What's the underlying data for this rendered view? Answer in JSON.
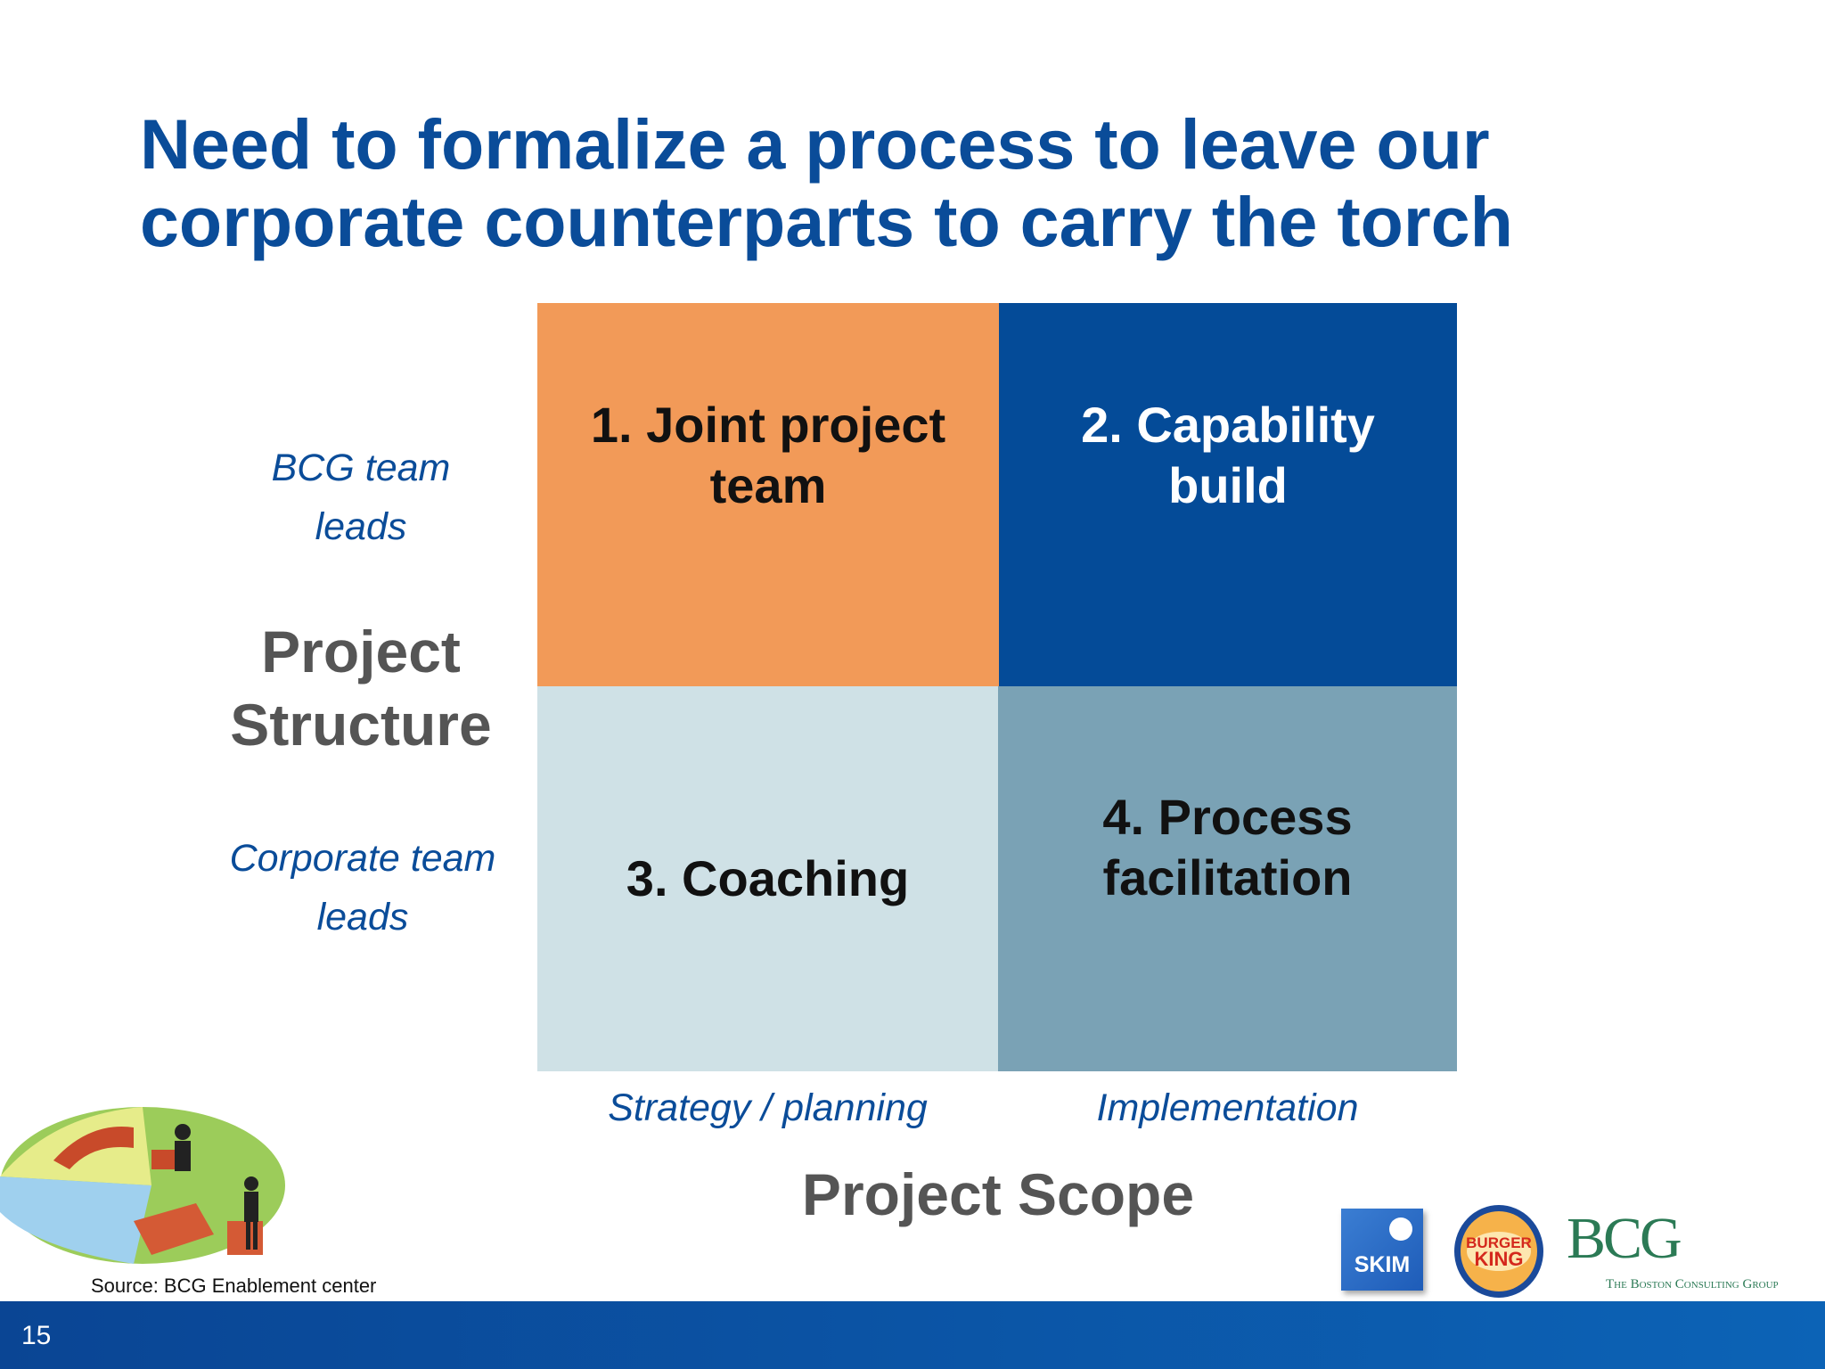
{
  "slide": {
    "title": "Need to formalize a process to leave our corporate counterparts to carry the torch",
    "page_number": "15",
    "source": "Source: BCG Enablement center"
  },
  "matrix": {
    "y_axis": {
      "title": "Project\nStructure",
      "top_label": "BCG  team\nleads",
      "bottom_label": "Corporate team\nleads"
    },
    "x_axis": {
      "title": "Project Scope",
      "left_label": "Strategy / planning",
      "right_label": "Implementation"
    },
    "quadrants": [
      {
        "label": "1. Joint project\nteam",
        "color": "#f29a58"
      },
      {
        "label": "2. Capability\nbuild",
        "color": "#044b98"
      },
      {
        "label": "3. Coaching",
        "color": "#cfe1e6"
      },
      {
        "label": "4. Process\nfacilitation",
        "color": "#7aa2b5"
      }
    ]
  },
  "logos": {
    "skim": "SKIM",
    "burger_king_top": "BURGER",
    "burger_king_bottom": "KING",
    "bcg": "BCG",
    "bcg_sub": "The Boston Consulting Group"
  },
  "colors": {
    "title": "#0a4c99",
    "axis_title": "#555555",
    "footer": "#0a4594"
  },
  "icons": [
    "bridge-building-illustration-icon"
  ]
}
